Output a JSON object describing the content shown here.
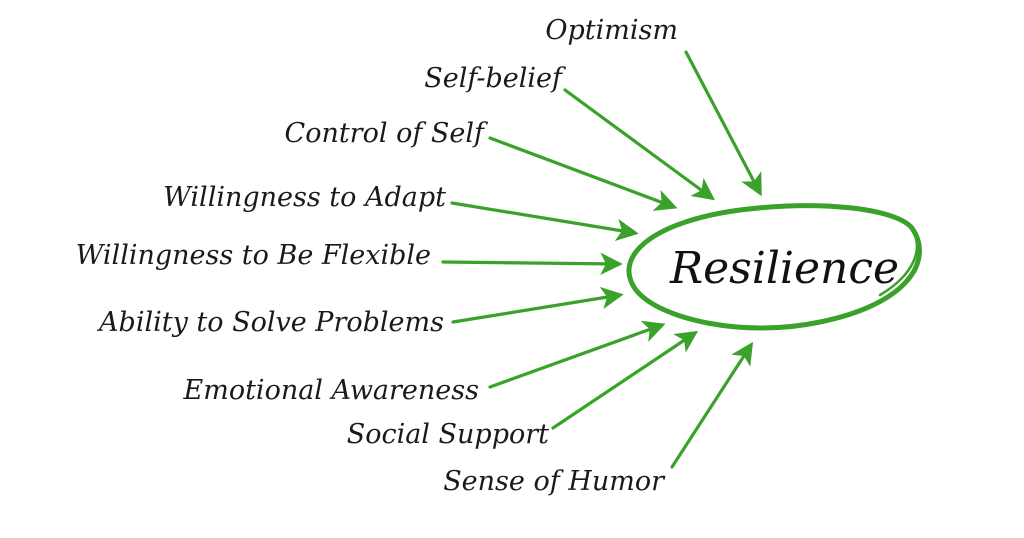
{
  "center": {
    "label": "Resilience"
  },
  "factors": [
    {
      "label": "Optimism"
    },
    {
      "label": "Self-belief"
    },
    {
      "label": "Control of Self"
    },
    {
      "label": "Willingness to Adapt"
    },
    {
      "label": "Willingness to Be Flexible"
    },
    {
      "label": "Ability to Solve Problems"
    },
    {
      "label": "Emotional Awareness"
    },
    {
      "label": "Social Support"
    },
    {
      "label": "Sense of Humor"
    }
  ],
  "colors": {
    "arrow": "#3aa12a",
    "ellipse": "#3aa12a",
    "text": "#1a1a1a",
    "background": "#ffffff"
  }
}
